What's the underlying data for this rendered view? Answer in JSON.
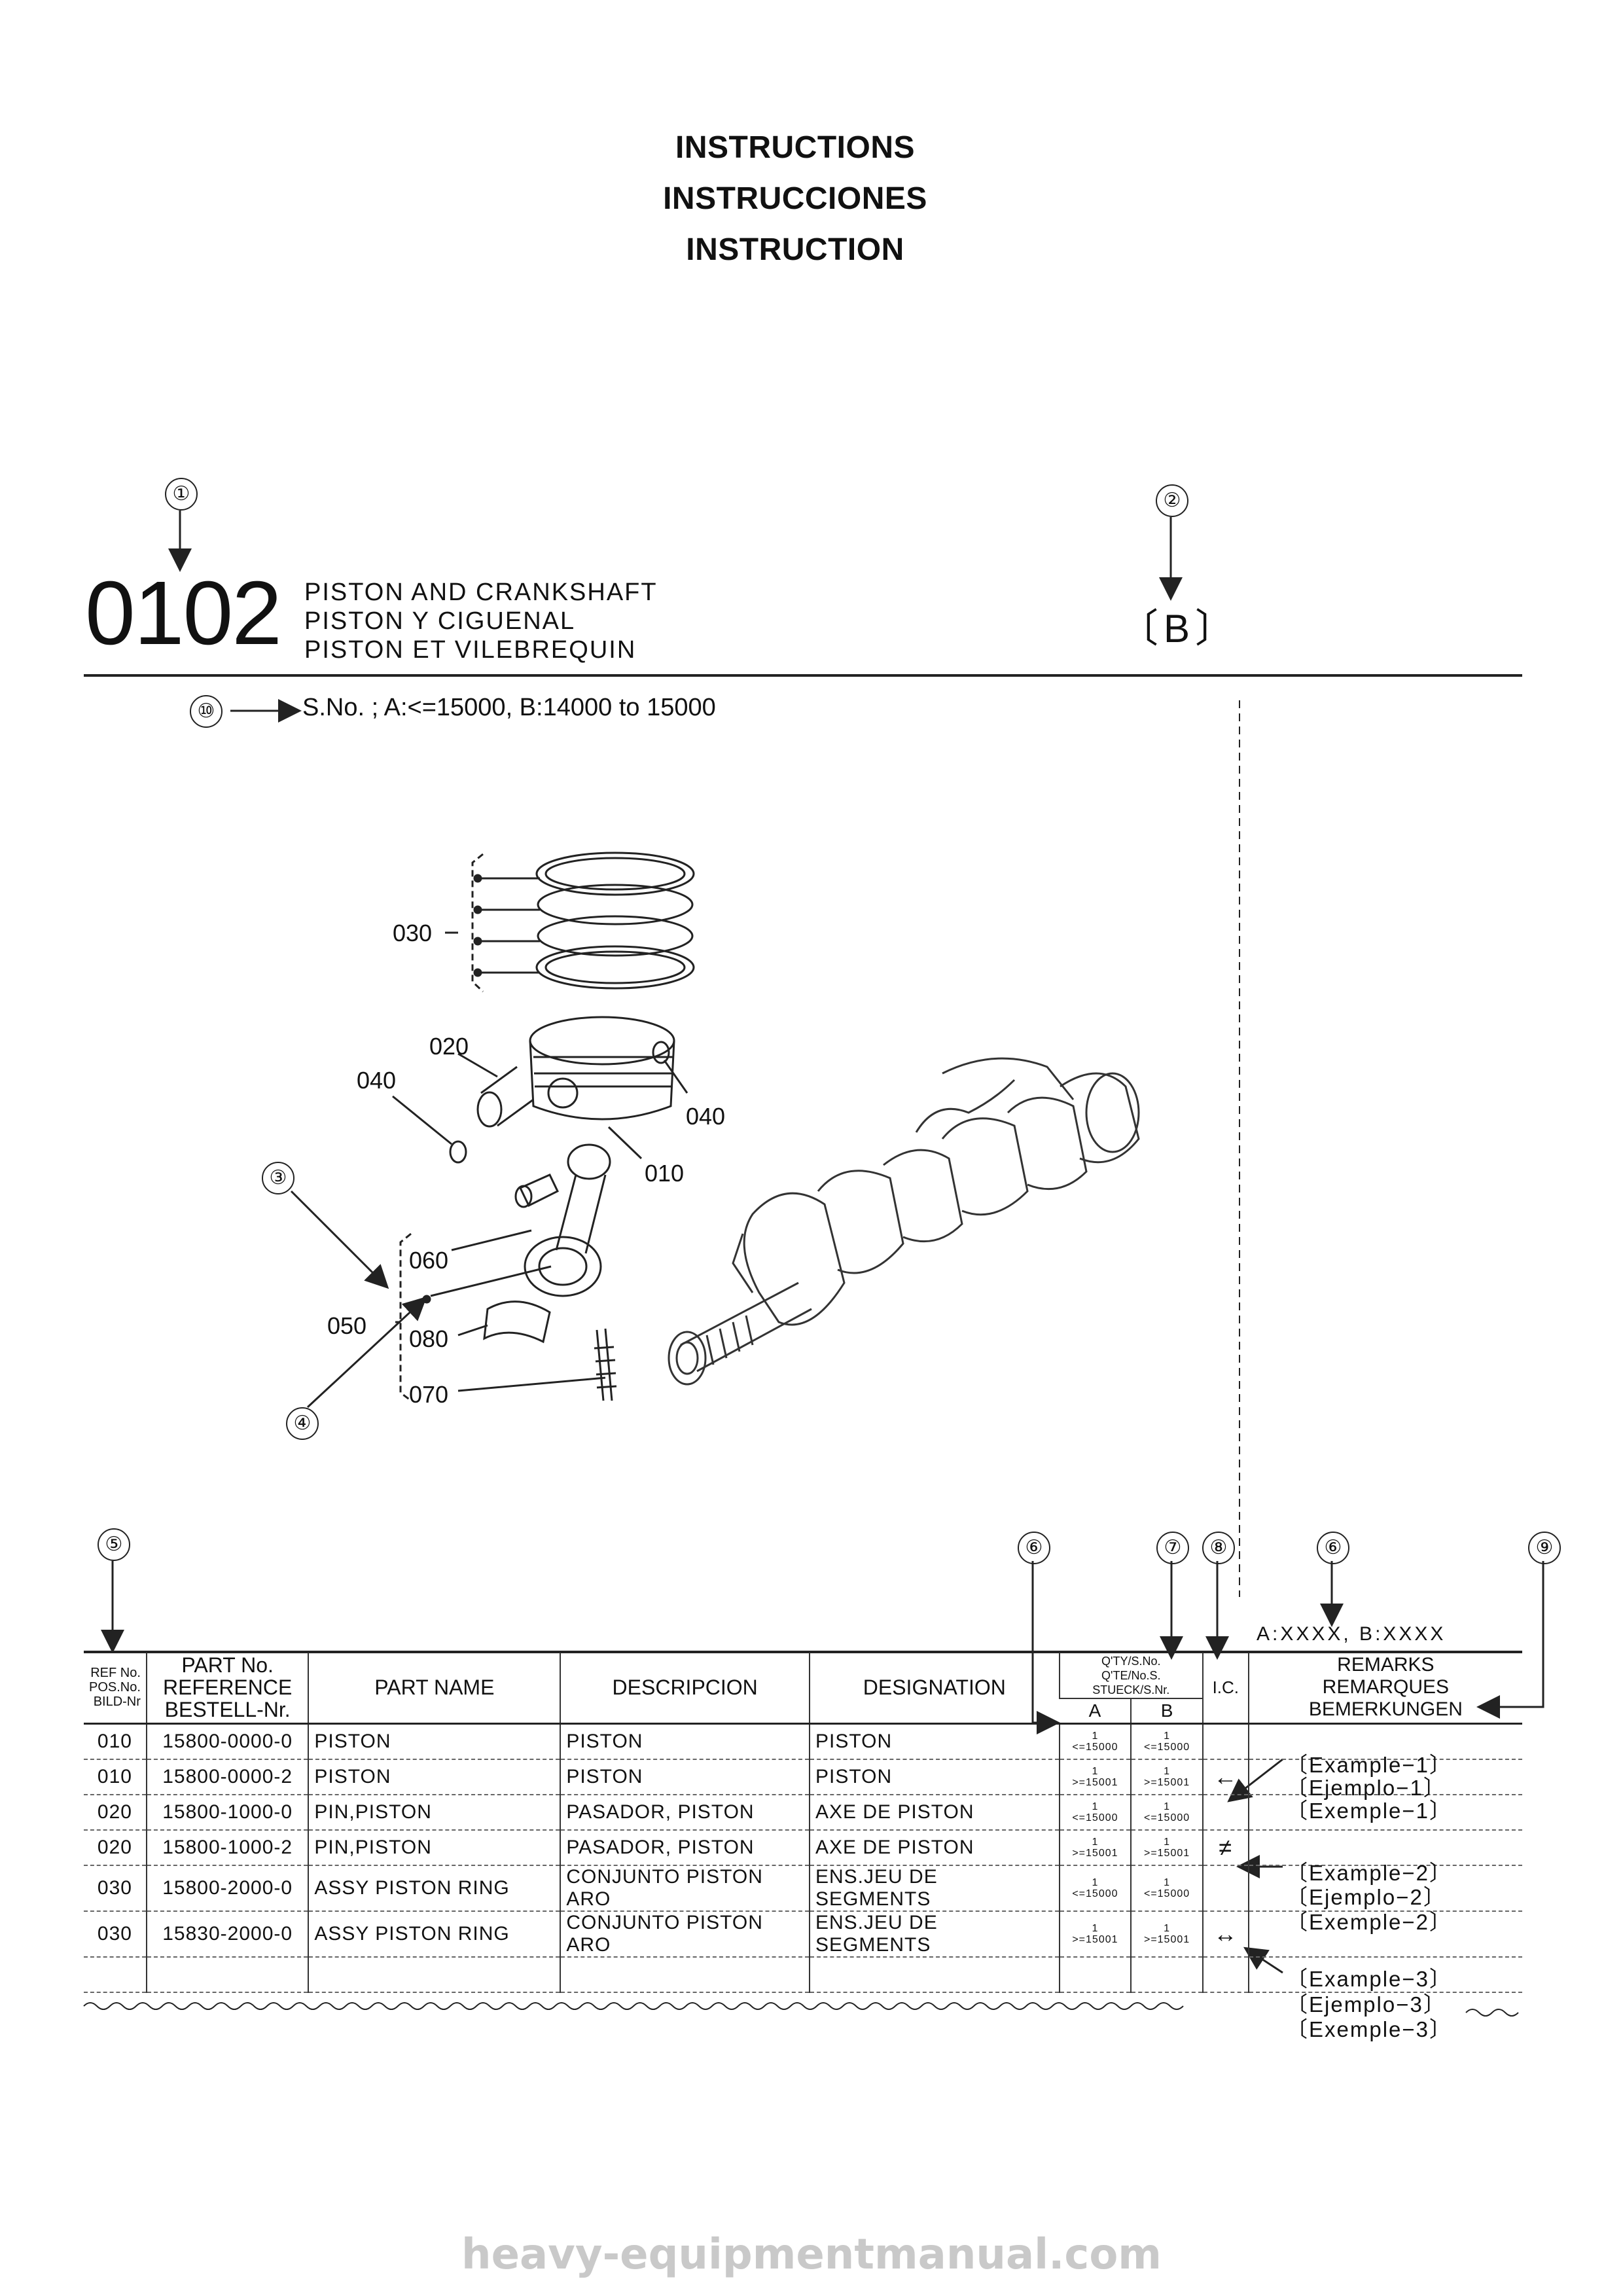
{
  "titles": [
    "INSTRUCTIONS",
    "INSTRUCCIONES",
    "INSTRUCTION"
  ],
  "section": {
    "number": "0102",
    "names": [
      "PISTON AND CRANKSHAFT",
      "PISTON Y CIGUENAL",
      "PISTON ET VILEBREQUIN"
    ],
    "model": "〔B〕"
  },
  "callouts": [
    "①",
    "②",
    "③",
    "④",
    "⑤",
    "⑥",
    "⑦",
    "⑧",
    "⑥",
    "⑨",
    "⑩"
  ],
  "serial_note": "S.No. ; A:<=15000, B:14000 to 15000",
  "diagram": {
    "labels": [
      "030",
      "020",
      "040",
      "040",
      "010",
      "060",
      "050",
      "080",
      "070"
    ],
    "crankshaft_icon": "crankshaft-illustration",
    "piston_icon": "piston-illustration"
  },
  "table": {
    "serial_header": "A:XXXX, B:XXXX",
    "headers": {
      "ref": [
        "REF No.",
        "POS.No.",
        "BILD-Nr"
      ],
      "part_no": [
        "PART No.",
        "REFERENCE",
        "BESTELL-Nr."
      ],
      "part_name": "PART NAME",
      "descripcion": "DESCRIPCION",
      "designation": "DESIGNATION",
      "qty": [
        "Q'TY/S.No.",
        "Q'TE/No.S.",
        "STUECK/S.Nr."
      ],
      "qty_a": "A",
      "qty_b": "B",
      "ic": "I.C.",
      "remarks": [
        "REMARKS",
        "REMARQUES",
        "BEMERKUNGEN"
      ]
    },
    "rows": [
      {
        "ref": "010",
        "part_no": "15800-0000-0",
        "name": "PISTON",
        "desc": "PISTON",
        "desig": "PISTON",
        "qa": [
          "1",
          "<=15000"
        ],
        "qb": [
          "1",
          "<=15000"
        ],
        "ic": ""
      },
      {
        "ref": "010",
        "part_no": "15800-0000-2",
        "name": "PISTON",
        "desc": "PISTON",
        "desig": "PISTON",
        "qa": [
          "1",
          ">=15001"
        ],
        "qb": [
          "1",
          ">=15001"
        ],
        "ic": "←"
      },
      {
        "ref": "020",
        "part_no": "15800-1000-0",
        "name": "PIN,PISTON",
        "desc": "PASADOR, PISTON",
        "desig": "AXE DE PISTON",
        "qa": [
          "1",
          "<=15000"
        ],
        "qb": [
          "1",
          "<=15000"
        ],
        "ic": ""
      },
      {
        "ref": "020",
        "part_no": "15800-1000-2",
        "name": "PIN,PISTON",
        "desc": "PASADOR, PISTON",
        "desig": "AXE DE PISTON",
        "qa": [
          "1",
          ">=15001"
        ],
        "qb": [
          "1",
          ">=15001"
        ],
        "ic": "≠"
      },
      {
        "ref": "030",
        "part_no": "15800-2000-0",
        "name": "ASSY PISTON RING",
        "desc": "CONJUNTO PISTON ARO",
        "desig": "ENS.JEU DE SEGMENTS",
        "qa": [
          "1",
          "<=15000"
        ],
        "qb": [
          "1",
          "<=15000"
        ],
        "ic": ""
      },
      {
        "ref": "030",
        "part_no": "15830-2000-0",
        "name": "ASSY PISTON RING",
        "desc": "CONJUNTO PISTON ARO",
        "desig": "ENS.JEU DE SEGMENTS",
        "qa": [
          "1",
          ">=15001"
        ],
        "qb": [
          "1",
          ">=15001"
        ],
        "ic": "↔"
      }
    ],
    "remarks": [
      "〔Example−1〕",
      "〔Ejemplo−1〕",
      "〔Exemple−1〕",
      "〔Example−2〕",
      "〔Ejemplo−2〕",
      "〔Exemple−2〕",
      "〔Example−3〕",
      "〔Ejemplo−3〕",
      "〔Exemple−3〕"
    ]
  },
  "footer": "heavy-equipmentmanual.com"
}
